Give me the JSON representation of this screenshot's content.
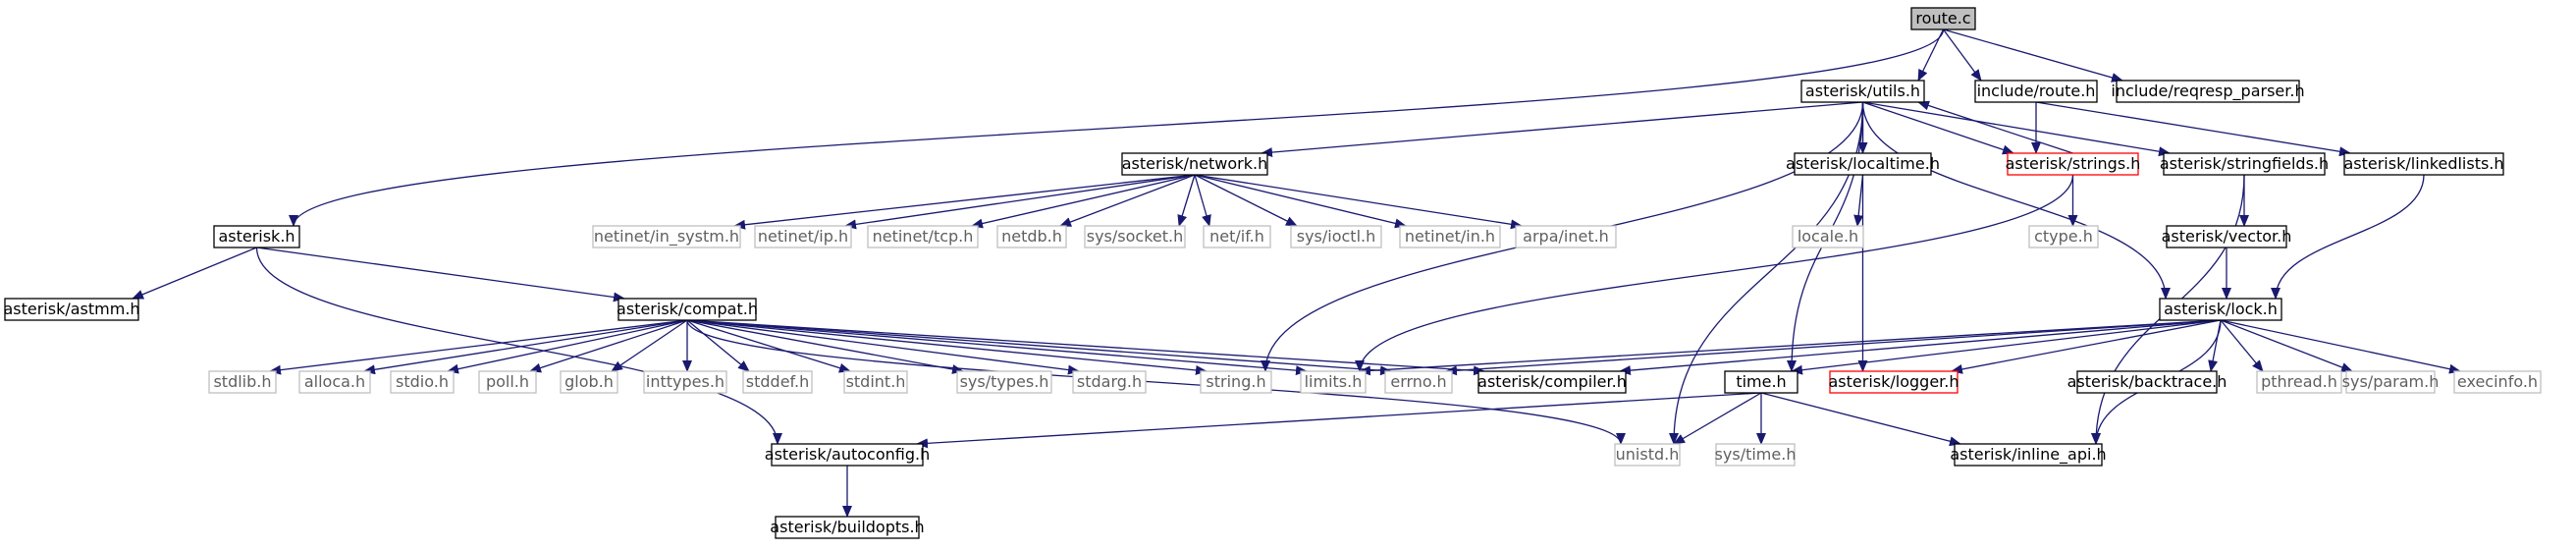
{
  "diagram": {
    "type": "include-dependency-graph",
    "colors": {
      "edge": "#191970",
      "border_normal": "#000000",
      "border_external": "#bfbfbf",
      "border_truncated": "#ff0000",
      "root_fill": "#bfbfbf",
      "text_normal": "#000000",
      "text_external": "#606060"
    },
    "nodes": [
      {
        "id": "route_c",
        "label": "route.c",
        "kind": "root"
      },
      {
        "id": "utils",
        "label": "asterisk/utils.h",
        "kind": "normal"
      },
      {
        "id": "inc_route",
        "label": "include/route.h",
        "kind": "normal"
      },
      {
        "id": "reqresp",
        "label": "include/reqresp_parser.h",
        "kind": "normal"
      },
      {
        "id": "network",
        "label": "asterisk/network.h",
        "kind": "normal"
      },
      {
        "id": "localtime",
        "label": "asterisk/localtime.h",
        "kind": "normal"
      },
      {
        "id": "strings",
        "label": "asterisk/strings.h",
        "kind": "truncated"
      },
      {
        "id": "stringfields",
        "label": "asterisk/stringfields.h",
        "kind": "normal"
      },
      {
        "id": "linkedlists",
        "label": "asterisk/linkedlists.h",
        "kind": "normal"
      },
      {
        "id": "asterisk_h",
        "label": "asterisk.h",
        "kind": "normal"
      },
      {
        "id": "in_systm",
        "label": "netinet/in_systm.h",
        "kind": "external"
      },
      {
        "id": "ip_h",
        "label": "netinet/ip.h",
        "kind": "external"
      },
      {
        "id": "tcp_h",
        "label": "netinet/tcp.h",
        "kind": "external"
      },
      {
        "id": "netdb",
        "label": "netdb.h",
        "kind": "external"
      },
      {
        "id": "socket",
        "label": "sys/socket.h",
        "kind": "external"
      },
      {
        "id": "netif",
        "label": "net/if.h",
        "kind": "external"
      },
      {
        "id": "ioctl",
        "label": "sys/ioctl.h",
        "kind": "external"
      },
      {
        "id": "netinet_in",
        "label": "netinet/in.h",
        "kind": "external"
      },
      {
        "id": "arpa_inet",
        "label": "arpa/inet.h",
        "kind": "external"
      },
      {
        "id": "locale",
        "label": "locale.h",
        "kind": "external"
      },
      {
        "id": "ctype",
        "label": "ctype.h",
        "kind": "external"
      },
      {
        "id": "vector",
        "label": "asterisk/vector.h",
        "kind": "normal"
      },
      {
        "id": "astmm",
        "label": "asterisk/astmm.h",
        "kind": "normal"
      },
      {
        "id": "compat",
        "label": "asterisk/compat.h",
        "kind": "normal"
      },
      {
        "id": "lock",
        "label": "asterisk/lock.h",
        "kind": "normal"
      },
      {
        "id": "stdlib",
        "label": "stdlib.h",
        "kind": "external"
      },
      {
        "id": "alloca",
        "label": "alloca.h",
        "kind": "external"
      },
      {
        "id": "stdio",
        "label": "stdio.h",
        "kind": "external"
      },
      {
        "id": "poll",
        "label": "poll.h",
        "kind": "external"
      },
      {
        "id": "glob",
        "label": "glob.h",
        "kind": "external"
      },
      {
        "id": "inttypes",
        "label": "inttypes.h",
        "kind": "external"
      },
      {
        "id": "stddef",
        "label": "stddef.h",
        "kind": "external"
      },
      {
        "id": "stdint",
        "label": "stdint.h",
        "kind": "external"
      },
      {
        "id": "systypes",
        "label": "sys/types.h",
        "kind": "external"
      },
      {
        "id": "stdarg",
        "label": "stdarg.h",
        "kind": "external"
      },
      {
        "id": "string_h",
        "label": "string.h",
        "kind": "external"
      },
      {
        "id": "limits",
        "label": "limits.h",
        "kind": "external"
      },
      {
        "id": "errno",
        "label": "errno.h",
        "kind": "external"
      },
      {
        "id": "compiler",
        "label": "asterisk/compiler.h",
        "kind": "normal"
      },
      {
        "id": "time_h",
        "label": "time.h",
        "kind": "normal"
      },
      {
        "id": "logger",
        "label": "asterisk/logger.h",
        "kind": "truncated"
      },
      {
        "id": "backtrace",
        "label": "asterisk/backtrace.h",
        "kind": "normal"
      },
      {
        "id": "pthread",
        "label": "pthread.h",
        "kind": "external"
      },
      {
        "id": "sysparam",
        "label": "sys/param.h",
        "kind": "external"
      },
      {
        "id": "execinfo",
        "label": "execinfo.h",
        "kind": "external"
      },
      {
        "id": "autoconfig",
        "label": "asterisk/autoconfig.h",
        "kind": "normal"
      },
      {
        "id": "unistd",
        "label": "unistd.h",
        "kind": "external"
      },
      {
        "id": "systime",
        "label": "sys/time.h",
        "kind": "external"
      },
      {
        "id": "inline_api",
        "label": "asterisk/inline_api.h",
        "kind": "normal"
      },
      {
        "id": "buildopts",
        "label": "asterisk/buildopts.h",
        "kind": "normal"
      }
    ],
    "edges": [
      [
        "route_c",
        "utils"
      ],
      [
        "route_c",
        "inc_route"
      ],
      [
        "route_c",
        "reqresp"
      ],
      [
        "route_c",
        "asterisk_h"
      ],
      [
        "utils",
        "network"
      ],
      [
        "utils",
        "localtime"
      ],
      [
        "utils",
        "strings"
      ],
      [
        "utils",
        "stringfields"
      ],
      [
        "utils",
        "lock"
      ],
      [
        "utils",
        "logger"
      ],
      [
        "utils",
        "time_h"
      ],
      [
        "utils",
        "unistd"
      ],
      [
        "utils",
        "string_h"
      ],
      [
        "strings",
        "utils"
      ],
      [
        "inc_route",
        "strings"
      ],
      [
        "inc_route",
        "linkedlists"
      ],
      [
        "network",
        "in_systm"
      ],
      [
        "network",
        "ip_h"
      ],
      [
        "network",
        "tcp_h"
      ],
      [
        "network",
        "netdb"
      ],
      [
        "network",
        "socket"
      ],
      [
        "network",
        "netif"
      ],
      [
        "network",
        "ioctl"
      ],
      [
        "network",
        "netinet_in"
      ],
      [
        "network",
        "arpa_inet"
      ],
      [
        "localtime",
        "locale"
      ],
      [
        "strings",
        "ctype"
      ],
      [
        "strings",
        "limits"
      ],
      [
        "stringfields",
        "vector"
      ],
      [
        "stringfields",
        "inline_api"
      ],
      [
        "vector",
        "lock"
      ],
      [
        "linkedlists",
        "lock"
      ],
      [
        "asterisk_h",
        "astmm"
      ],
      [
        "asterisk_h",
        "compat"
      ],
      [
        "asterisk_h",
        "autoconfig"
      ],
      [
        "compat",
        "stdlib"
      ],
      [
        "compat",
        "alloca"
      ],
      [
        "compat",
        "stdio"
      ],
      [
        "compat",
        "poll"
      ],
      [
        "compat",
        "glob"
      ],
      [
        "compat",
        "inttypes"
      ],
      [
        "compat",
        "stddef"
      ],
      [
        "compat",
        "stdint"
      ],
      [
        "compat",
        "systypes"
      ],
      [
        "compat",
        "stdarg"
      ],
      [
        "compat",
        "string_h"
      ],
      [
        "compat",
        "limits"
      ],
      [
        "compat",
        "errno"
      ],
      [
        "compat",
        "compiler"
      ],
      [
        "compat",
        "unistd"
      ],
      [
        "lock",
        "errno"
      ],
      [
        "lock",
        "limits"
      ],
      [
        "lock",
        "compiler"
      ],
      [
        "lock",
        "time_h"
      ],
      [
        "lock",
        "logger"
      ],
      [
        "lock",
        "backtrace"
      ],
      [
        "lock",
        "pthread"
      ],
      [
        "lock",
        "sysparam"
      ],
      [
        "lock",
        "execinfo"
      ],
      [
        "lock",
        "inline_api"
      ],
      [
        "time_h",
        "autoconfig"
      ],
      [
        "time_h",
        "unistd"
      ],
      [
        "time_h",
        "systime"
      ],
      [
        "time_h",
        "inline_api"
      ],
      [
        "autoconfig",
        "buildopts"
      ]
    ]
  }
}
